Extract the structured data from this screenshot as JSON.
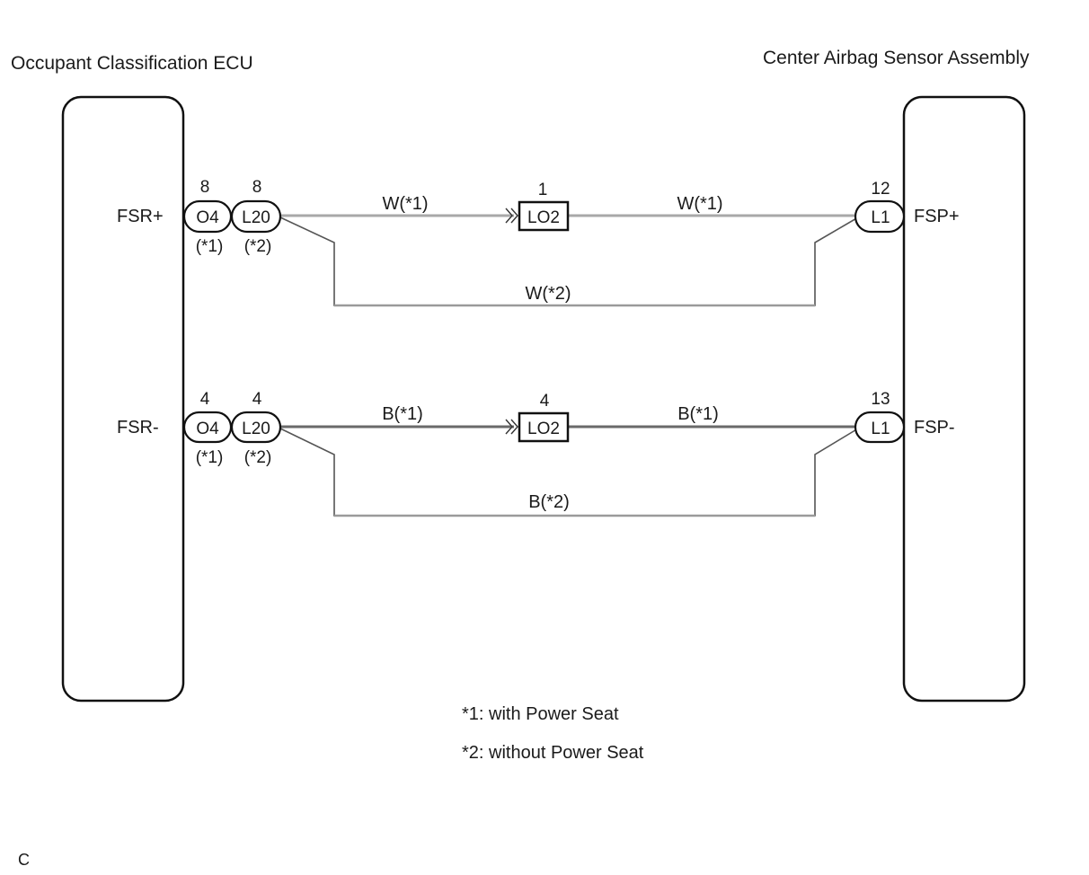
{
  "components": {
    "left": {
      "title": "Occupant Classification ECU"
    },
    "right": {
      "title": "Center Airbag Sensor Assembly"
    }
  },
  "circuits": [
    {
      "id": "positive",
      "left_terminal": "FSR+",
      "right_terminal": "FSP+",
      "left_connectors": [
        {
          "name": "O4",
          "pin": "8",
          "variant": "(*1)"
        },
        {
          "name": "L20",
          "pin": "8",
          "variant": "(*2)"
        }
      ],
      "junction": {
        "name": "LO2",
        "pin": "1"
      },
      "right_connector": {
        "name": "L1",
        "pin": "12"
      },
      "wire_upper_left": "W(*1)",
      "wire_upper_right": "W(*1)",
      "wire_lower": "W(*2)"
    },
    {
      "id": "negative",
      "left_terminal": "FSR-",
      "right_terminal": "FSP-",
      "left_connectors": [
        {
          "name": "O4",
          "pin": "4",
          "variant": "(*1)"
        },
        {
          "name": "L20",
          "pin": "4",
          "variant": "(*2)"
        }
      ],
      "junction": {
        "name": "LO2",
        "pin": "4"
      },
      "right_connector": {
        "name": "L1",
        "pin": "13"
      },
      "wire_upper_left": "B(*1)",
      "wire_upper_right": "B(*1)",
      "wire_lower": "B(*2)"
    }
  ],
  "notes": [
    "*1: with Power Seat",
    "*2: without Power Seat"
  ],
  "footer_code": "C",
  "colors": {
    "wire_white": "#a8a8a8",
    "wire_black": "#6a6a6a",
    "outline": "#111111"
  }
}
